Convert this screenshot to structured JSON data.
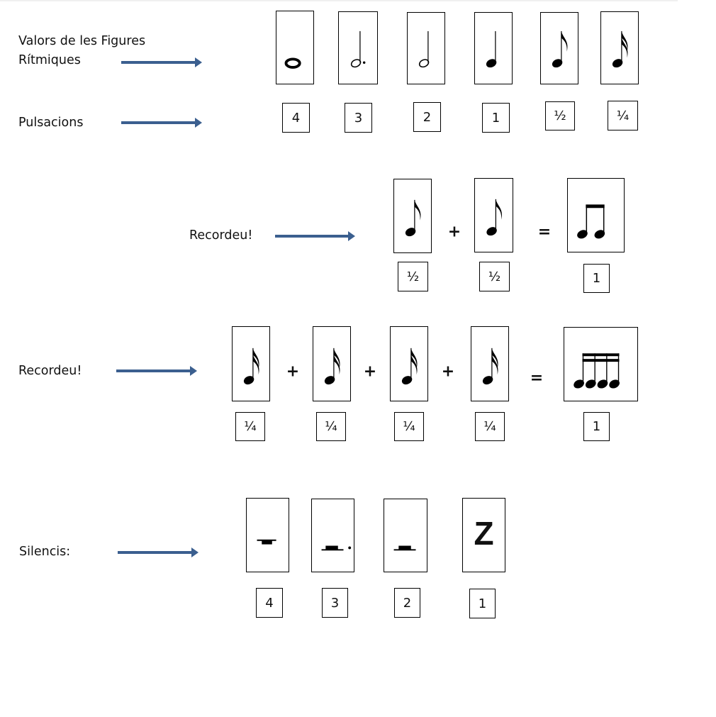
{
  "section1": {
    "label_line1": "Valors de les Figures",
    "label_line2": "Rítmiques",
    "pulse_label": "Pulsacions",
    "figures": [
      "whole-note",
      "dotted-half-note",
      "half-note",
      "quarter-note",
      "eighth-note",
      "sixteenth-note"
    ],
    "values": [
      "4",
      "3",
      "2",
      "1",
      "½",
      "¼"
    ]
  },
  "section2": {
    "label": "Recordeu!",
    "figures": [
      "eighth-note",
      "eighth-note",
      "two-beamed-eighths"
    ],
    "operators": [
      "+",
      "="
    ],
    "values": [
      "½",
      "½",
      "1"
    ]
  },
  "section3": {
    "label": "Recordeu!",
    "figures": [
      "sixteenth-note",
      "sixteenth-note",
      "sixteenth-note",
      "sixteenth-note",
      "four-beamed-sixteenths"
    ],
    "operators": [
      "+",
      "+",
      "+",
      "="
    ],
    "values": [
      "¼",
      "¼",
      "¼",
      "¼",
      "1"
    ]
  },
  "section4": {
    "label": "Silencis:",
    "figures": [
      "whole-rest",
      "dotted-half-rest",
      "half-rest",
      "quarter-rest"
    ],
    "values": [
      "4",
      "3",
      "2",
      "1"
    ],
    "quarter_rest_glyph": "Z"
  },
  "colors": {
    "arrow": "#3b5f8f"
  }
}
